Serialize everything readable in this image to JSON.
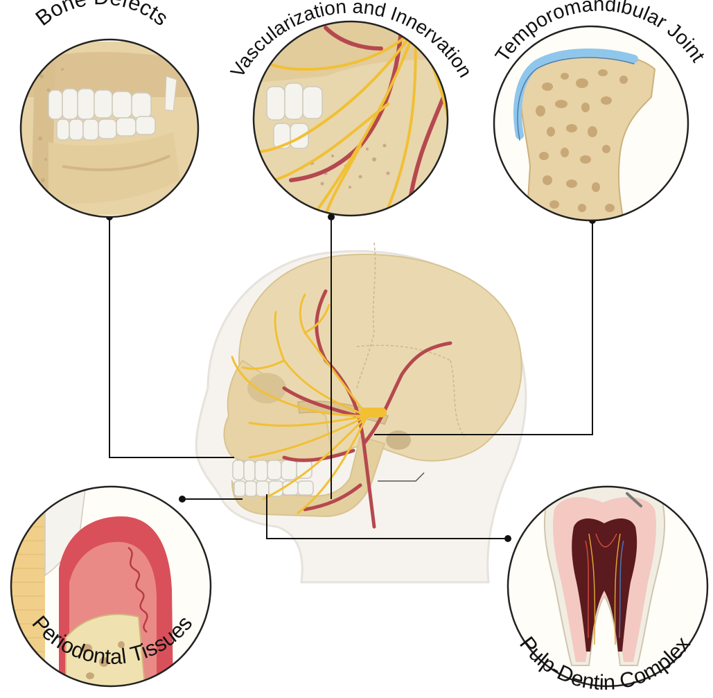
{
  "labels": {
    "bone_defects": "Bone Defects",
    "vascularization": "Vascularization and Innervation",
    "tmj": "Temporomandibular Joint",
    "periodontal": "Periodontal Tissues",
    "pulp_dentin": "Pulp-Dentin Complex"
  },
  "colors": {
    "bone": "#e9d7b0",
    "bone_shade": "#d9c08e",
    "nerve": "#f1c033",
    "artery": "#b5484f",
    "gum": "#d9505a",
    "enamel": "#f3f1ea",
    "cartilage": "#8fc6ec",
    "line": "#111111"
  }
}
